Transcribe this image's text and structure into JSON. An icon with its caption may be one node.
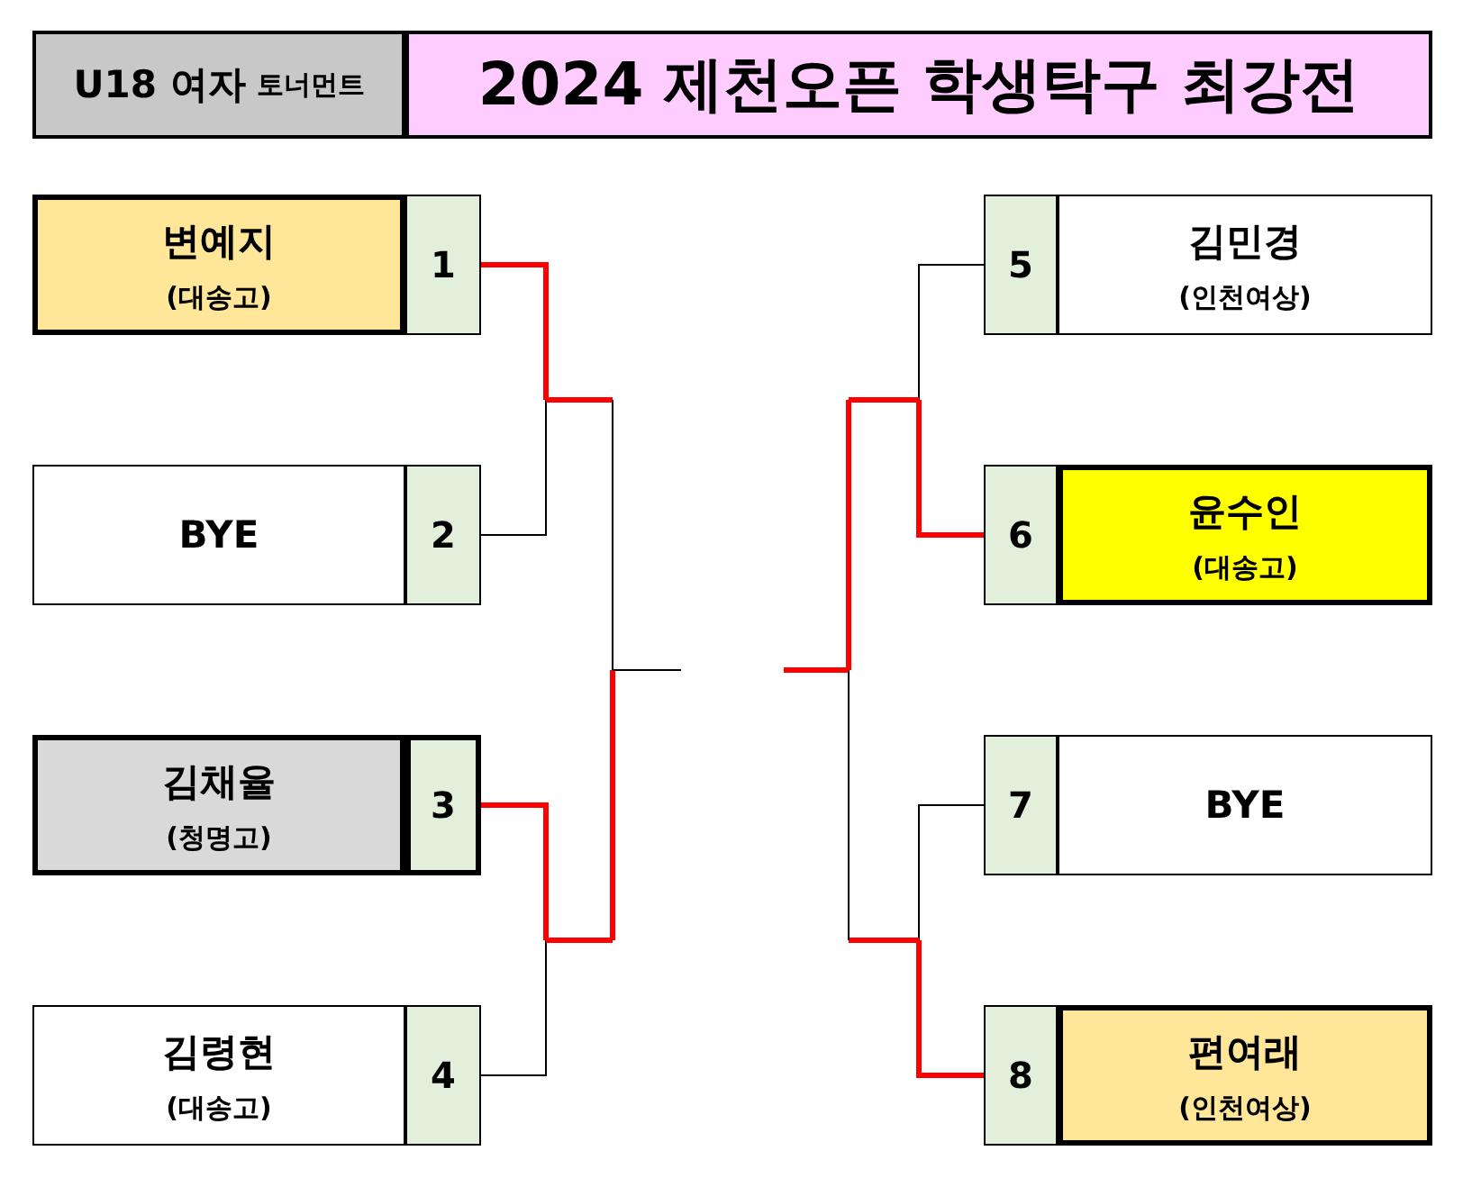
{
  "diagram": {
    "nodes": [
      {
        "text": [
          "U18 여자",
          "토너먼트"
        ]
      },
      {
        "text": [
          "2024 제천오픈 학생탁구 최강전"
        ]
      },
      {
        "text": [
          "변예지",
          "(대송고)"
        ]
      },
      {
        "text": [
          "1"
        ]
      },
      {
        "text": [
          "BYE"
        ]
      },
      {
        "text": [
          "2"
        ]
      },
      {
        "text": [
          "김채율",
          "(청명고)"
        ]
      },
      {
        "text": [
          "3"
        ]
      },
      {
        "text": [
          "김령현",
          "(대송고)"
        ]
      },
      {
        "text": [
          "4"
        ]
      },
      {
        "text": [
          "5"
        ]
      },
      {
        "text": [
          "김민경",
          "(인천여상)"
        ]
      },
      {
        "text": [
          "6"
        ]
      },
      {
        "text": [
          "윤수인",
          "(대송고)"
        ]
      },
      {
        "text": [
          "7"
        ]
      },
      {
        "text": [
          "BYE"
        ]
      },
      {
        "text": [
          "8"
        ]
      },
      {
        "text": [
          "편여래",
          "(인천여상)"
        ]
      }
    ],
    "edges": [
      {
        "from": 3,
        "to": null,
        "arrow": "none",
        "style": "thick",
        "color": "#ff0000"
      },
      {
        "from": 5,
        "to": null,
        "arrow": "none",
        "color": "#000000"
      },
      {
        "from": 7,
        "to": null,
        "arrow": "none",
        "style": "thick",
        "color": "#ff0000"
      },
      {
        "from": 9,
        "to": null,
        "arrow": "none",
        "color": "#000000"
      },
      {
        "from": 10,
        "to": null,
        "arrow": "none",
        "color": "#000000"
      },
      {
        "from": 12,
        "to": null,
        "arrow": "none",
        "style": "thick",
        "color": "#ff0000"
      },
      {
        "from": 14,
        "to": null,
        "arrow": "none",
        "color": "#000000"
      },
      {
        "from": 16,
        "to": null,
        "arrow": "none",
        "style": "thick",
        "color": "#ff0000"
      }
    ]
  }
}
